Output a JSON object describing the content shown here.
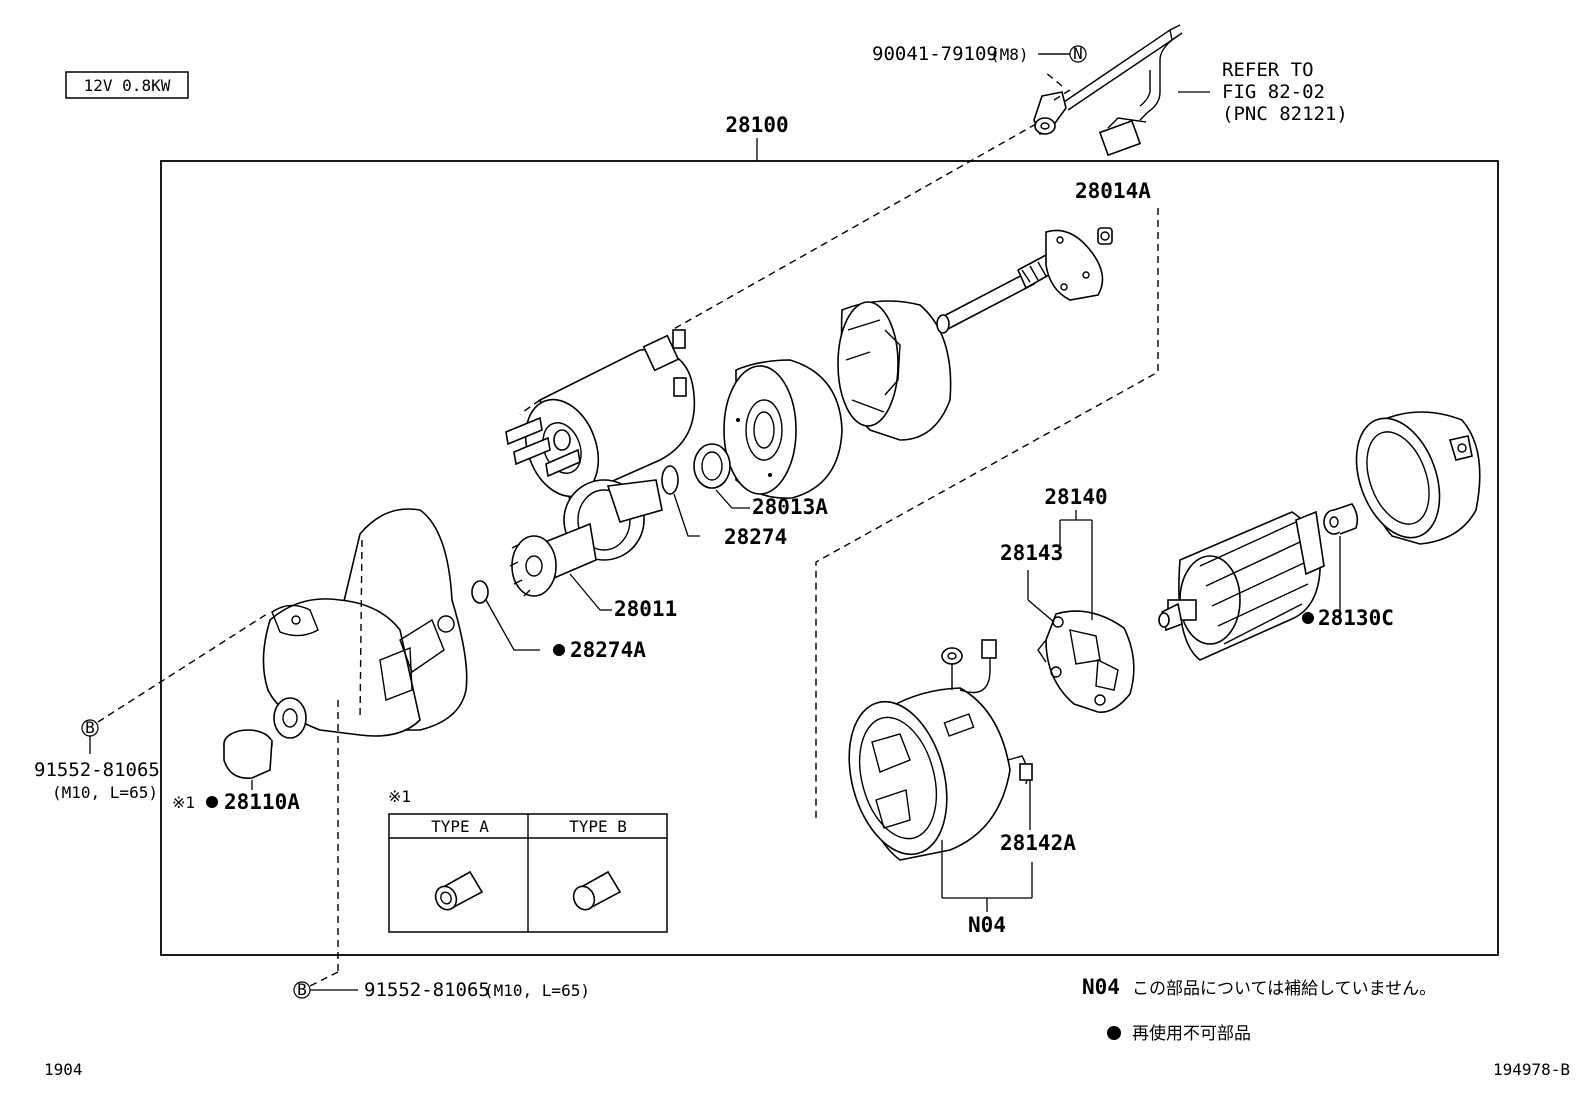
{
  "header": {
    "spec_box": "12V 0.8KW"
  },
  "callouts": {
    "bolt_top": "90041-79109",
    "bolt_top_size": "(M8)",
    "bolt_top_marker": "N",
    "refer_line1": "REFER TO",
    "refer_line2": "FIG 82-02",
    "refer_line3": "(PNC 82121)",
    "assembly": "28100",
    "p28014A": "28014A",
    "p28013A": "28013A",
    "p28274": "28274",
    "p28011": "28011",
    "p28274A": "28274A",
    "p28140": "28140",
    "p28143": "28143",
    "p28130C": "28130C",
    "p28142A": "28142A",
    "n04": "N04",
    "p28110A": "28110A",
    "p28110A_note": "※1",
    "bolt_left_marker": "B",
    "bolt_left": "91552-81065",
    "bolt_left_size": "(M10, L=65)",
    "bolt_bottom_marker": "B",
    "bolt_bottom": "91552-81065",
    "bolt_bottom_size": "(M10, L=65)"
  },
  "type_table": {
    "note": "※1",
    "col_a": "TYPE A",
    "col_b": "TYPE B"
  },
  "legend": {
    "n04_code": "N04",
    "n04_text": "この部品については補給していません。",
    "dot_text": "再使用不可部品"
  },
  "footer": {
    "left_code": "1904",
    "right_code": "194978-B"
  }
}
